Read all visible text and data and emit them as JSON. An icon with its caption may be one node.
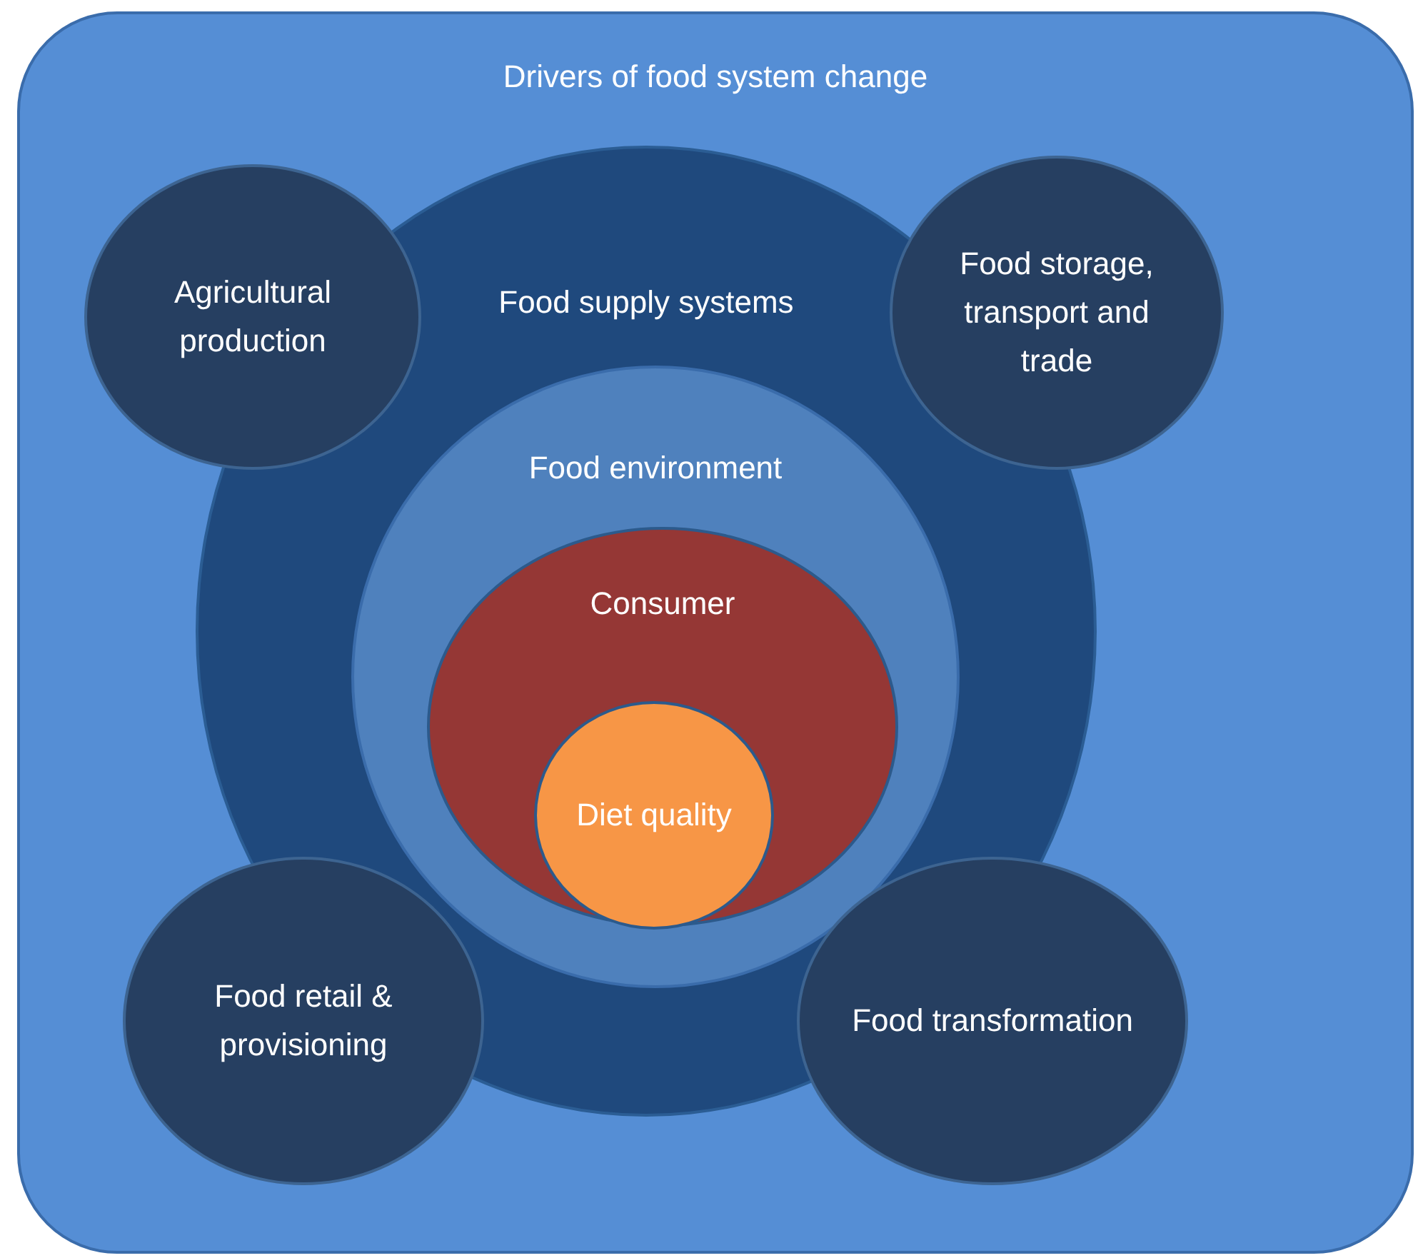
{
  "diagram": {
    "nodes": [
      {
        "text": [
          "Drivers of food system change"
        ]
      },
      {
        "text": [
          "Agricultural production"
        ],
        "in": 0
      },
      {
        "text": [
          "Food supply systems"
        ],
        "in": 0
      },
      {
        "text": [
          "Food storage, transport and trade"
        ],
        "in": 0
      },
      {
        "text": [
          "Food environment"
        ],
        "in": 2
      },
      {
        "text": [
          "Consumer"
        ],
        "in": 4
      },
      {
        "text": [
          "Diet quality"
        ],
        "in": 5
      },
      {
        "text": [
          "Food retail & provisioning"
        ],
        "in": 0
      },
      {
        "text": [
          "Food transformation"
        ],
        "in": 0
      }
    ]
  }
}
